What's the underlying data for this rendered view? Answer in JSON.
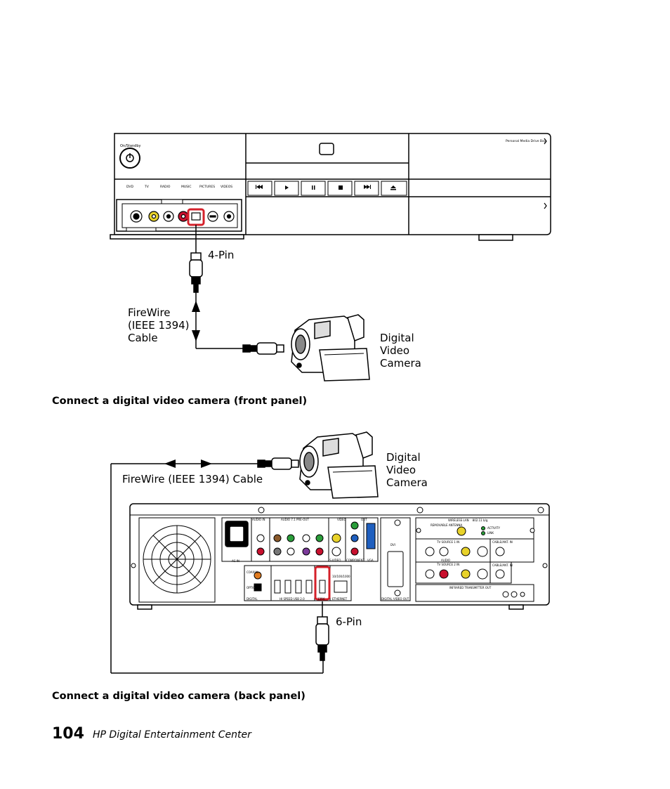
{
  "front": {
    "on_standby": "On/Standby",
    "bay_label": "Personal Media Drive Bay",
    "menu_items": [
      "DVD",
      "TV",
      "RADIO",
      "MUSIC",
      "PICTURES",
      "VIDEOS"
    ],
    "pin_label": "4-Pin",
    "cable_label": "FireWire\n(IEEE 1394)\nCable",
    "camera_label": "Digital\nVideo\nCamera",
    "caption": "Connect a digital video camera (front panel)"
  },
  "back": {
    "cable_label": "FireWire (IEEE 1394) Cable",
    "camera_label": "Digital\nVideo\nCamera",
    "pin_label": "6-Pin",
    "caption": "Connect a digital video camera (back panel)",
    "labels": {
      "audio_in": "AUDIO IN",
      "audio_pre_out": "AUDIO 7.1 PRE-OUT",
      "video": "VIDEO",
      "out": "OUT",
      "ac_in": "AC IN",
      "digital": "DIGITAL",
      "usb": "HI SPEED USB 2.0",
      "ieee": "1394",
      "ethernet": "ETHERNET",
      "lan_speed": "10/100/1000",
      "dvi": "DVI",
      "digital_video_out": "DIGITAL VIDEO OUT",
      "wireless_lan": "WIRELESS LAN    802.11 b/g",
      "removable_antenna": "REMOVABLE ANTENNA",
      "activity": "ACTIVITY",
      "link": "LINK",
      "tv_source_1": "TV SOURCE 1 IN",
      "tv_source_2": "TV SOURCE 2 IN",
      "cable_ant": "CABLE/ANT. IN",
      "infrared": "INFRARED TRANSMITTER OUT",
      "coaxial": "COAXIAL",
      "optical": "OPTICAL",
      "audio": "AUDIO",
      "s_video": "S-VIDEO",
      "component": "COMPONENT",
      "vga": "VGA"
    }
  },
  "footer": {
    "page_number": "104",
    "book_title": "HP Digital Entertainment Center"
  }
}
